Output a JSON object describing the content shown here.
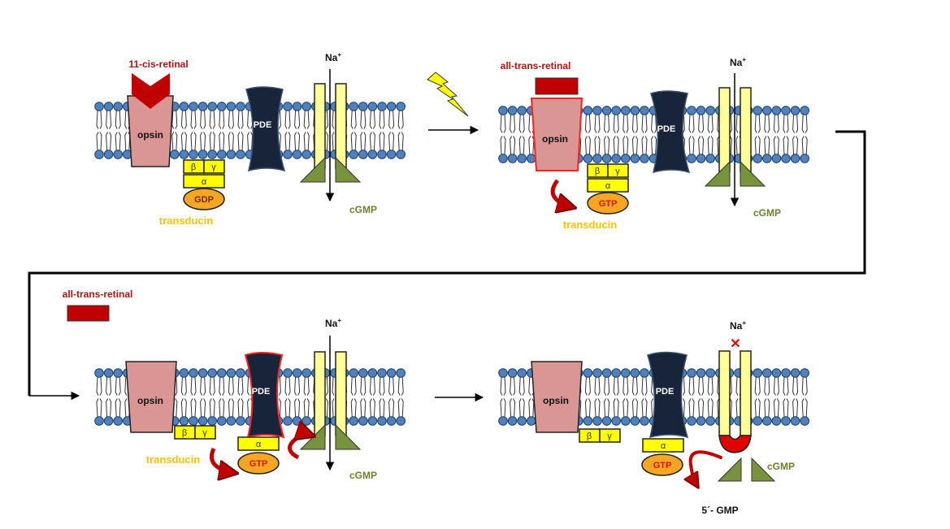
{
  "labels": {
    "cis_retinal": "11-cis-retinal",
    "trans_retinal_1": "all-trans-retinal",
    "trans_retinal_2": "all-trans-retinal",
    "opsin": "opsin",
    "pde": "PDE",
    "na": "Na",
    "na_sup": "+",
    "transducin": "transducin",
    "cgmp": "cGMP",
    "gdp": "GDP",
    "gtp": "GTP",
    "beta": "β",
    "gamma": "γ",
    "alpha": "α",
    "block_mark": "✕",
    "product": "5´- GMP"
  },
  "colors": {
    "lipid_head": "#4f81bd",
    "opsin": "#d99694",
    "pde": "#17243a",
    "retinal": "#c00000",
    "channel": "#ffff99",
    "cgmp": "#77933c",
    "subunit": "#ffff00",
    "nucleotide": "#f5a623",
    "label_red": "#b01212",
    "label_yellow": "#ffc000",
    "label_green": "#6b7f2e",
    "activation_outline": "#ff0000"
  }
}
